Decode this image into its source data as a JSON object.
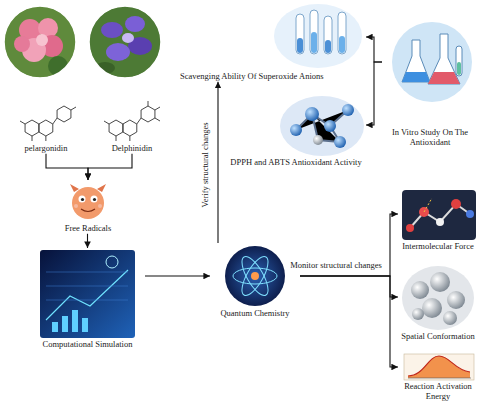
{
  "diagram": {
    "nodes": [
      {
        "text": [
          "pelargonidin"
        ]
      },
      {
        "text": [
          "Delphinidin"
        ]
      },
      {
        "text": [
          "Free Radicals"
        ]
      },
      {
        "text": [
          "Computational Simulation"
        ]
      },
      {
        "text": [
          "Quantum Chemistry"
        ]
      },
      {
        "text": [
          "Scavenging Ability Of Superoxide Anions"
        ]
      },
      {
        "text": [
          "DPPH and ABTS Antioxidant Activity"
        ]
      },
      {
        "text": [
          "In Vitro Study On The Antioxidant"
        ]
      },
      {
        "text": [
          "Intermolecular Force"
        ]
      },
      {
        "text": [
          "Spatial Conformation"
        ]
      },
      {
        "text": [
          "Reaction Activation Energy"
        ]
      }
    ],
    "edges": [
      {
        "from": 0,
        "to": 2,
        "arrow": "to"
      },
      {
        "from": 1,
        "to": 2,
        "arrow": "to"
      },
      {
        "from": 2,
        "to": 3,
        "arrow": "to"
      },
      {
        "from": 3,
        "to": 4,
        "arrow": "to"
      },
      {
        "from": 4,
        "to": 5,
        "label": "Verify structural changes",
        "arrow": "to"
      },
      {
        "from": 7,
        "to": 5,
        "arrow": "to"
      },
      {
        "from": 7,
        "to": 6,
        "arrow": "to"
      },
      {
        "from": 4,
        "to": 8,
        "label": "Monitor structural changes",
        "arrow": "to"
      },
      {
        "from": 4,
        "to": 9,
        "arrow": "to"
      },
      {
        "from": 4,
        "to": 10,
        "arrow": "to"
      }
    ]
  }
}
